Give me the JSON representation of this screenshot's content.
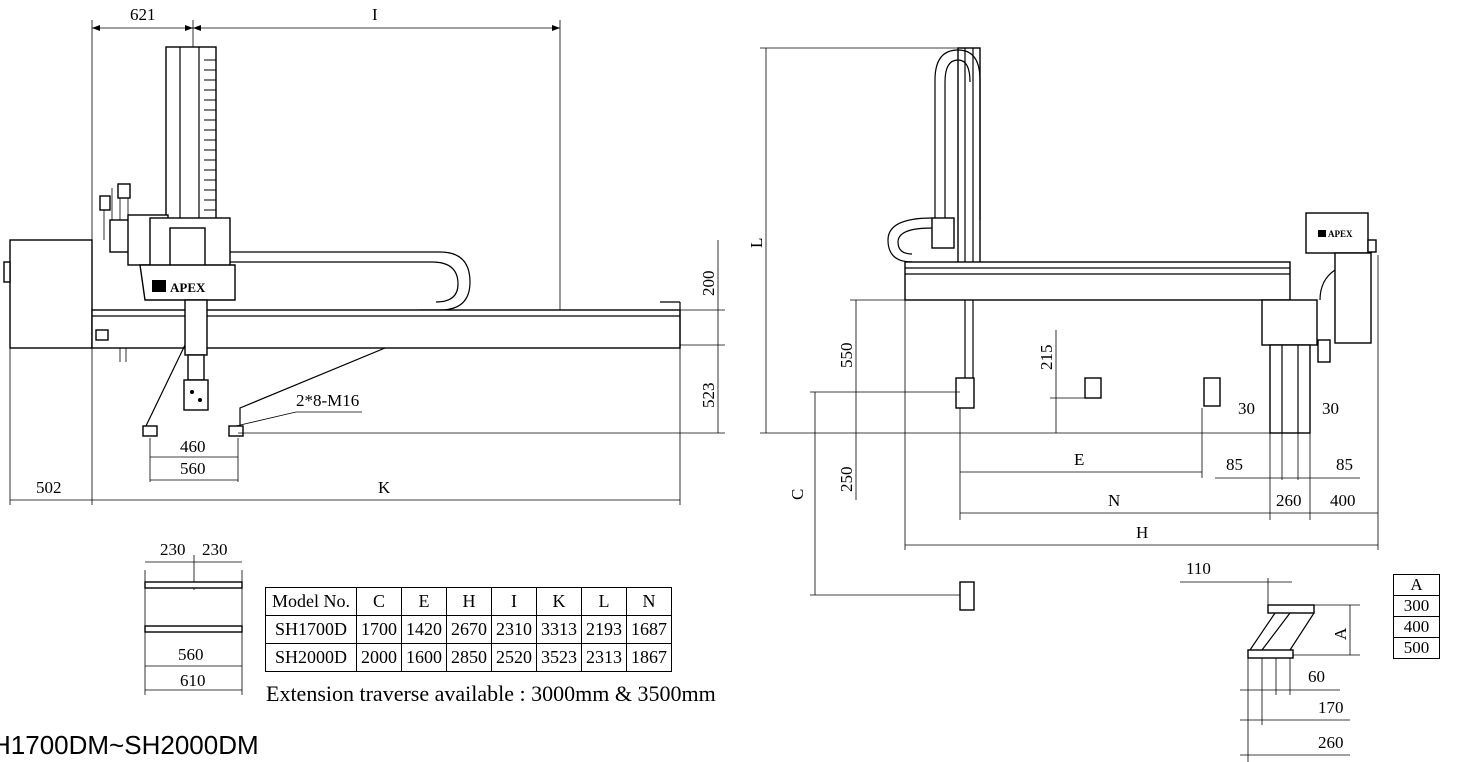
{
  "spec_table": {
    "headers": [
      "Model No.",
      "C",
      "E",
      "H",
      "I",
      "K",
      "L",
      "N"
    ],
    "rows": [
      [
        "SH1700D",
        "1700",
        "1420",
        "2670",
        "2310",
        "3313",
        "2193",
        "1687"
      ],
      [
        "SH2000D",
        "2000",
        "1600",
        "2850",
        "2520",
        "3523",
        "2313",
        "1867"
      ]
    ]
  },
  "extension_note": "Extension traverse available : 3000mm & 3500mm",
  "model_title": "H1700DM~SH2000DM",
  "a_table": {
    "header": "A",
    "values": [
      "300",
      "400",
      "500"
    ]
  },
  "brand": "APEX",
  "dims": {
    "d621": "621",
    "dI": "I",
    "d200": "200",
    "d523": "523",
    "thread": "2*8-M16",
    "d460": "460",
    "d560": "560",
    "d502": "502",
    "dK": "K",
    "d230a": "230",
    "d230b": "230",
    "d560b": "560",
    "d610": "610",
    "dL": "L",
    "d550": "550",
    "d215": "215",
    "dC": "C",
    "d250": "250",
    "dE": "E",
    "d30a": "30",
    "d30b": "30",
    "d85a": "85",
    "d85b": "85",
    "dN": "N",
    "d260": "260",
    "d400": "400",
    "dH": "H",
    "d110": "110",
    "dA": "A",
    "d60": "60",
    "d170": "170",
    "d260b": "260"
  }
}
